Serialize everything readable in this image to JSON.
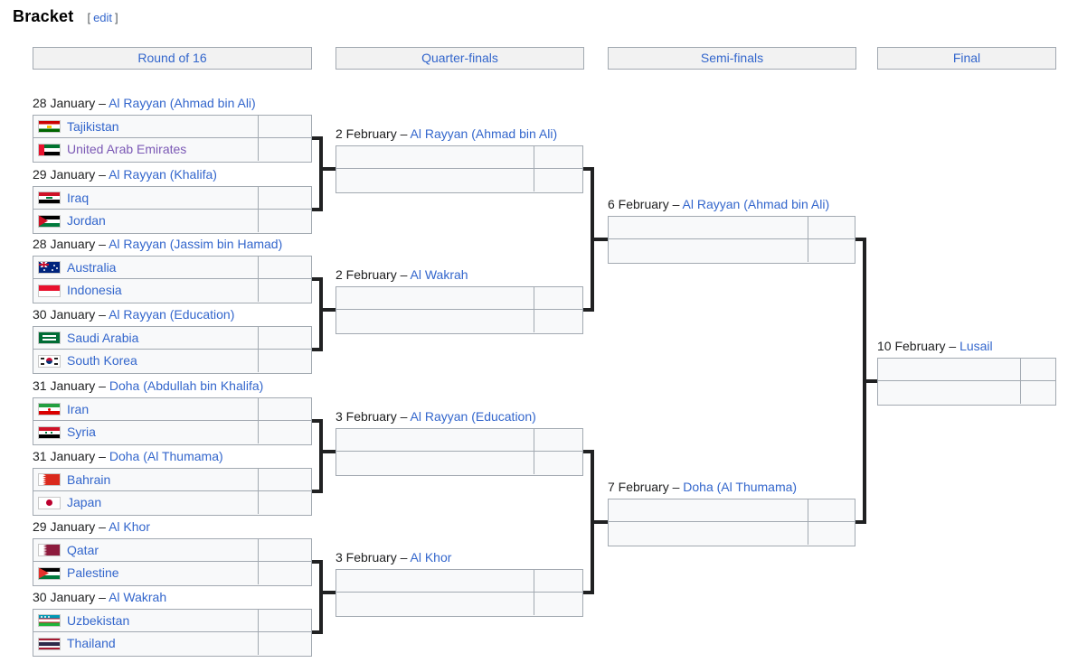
{
  "strings": {
    "separator": " – "
  },
  "header": {
    "title": "Bracket",
    "bracket_open": "[",
    "edit_label": "edit",
    "bracket_close": "]"
  },
  "columns": [
    {
      "label": "Round of 16"
    },
    {
      "label": "Quarter-finals"
    },
    {
      "label": "Semi-finals"
    },
    {
      "label": "Final"
    }
  ],
  "colors": {
    "link": "#3366cc",
    "visited_link": "#7b59b5",
    "connector": "#202122",
    "box_border": "#a2a9b1",
    "box_background": "#f8f9fa",
    "header_background": "#f2f2f2"
  },
  "r16": [
    {
      "date": "28 January",
      "venue": "Al Rayyan (Ahmad bin Ali)",
      "home": {
        "name": "Tajikistan",
        "flag": "flag-tajikistan",
        "score": ""
      },
      "away": {
        "name": "United Arab Emirates",
        "flag": "flag-united-arab-emirates",
        "score": "",
        "link_class": "visited"
      }
    },
    {
      "date": "29 January",
      "venue": "Al Rayyan (Khalifa)",
      "home": {
        "name": "Iraq",
        "flag": "flag-iraq",
        "score": ""
      },
      "away": {
        "name": "Jordan",
        "flag": "flag-jordan",
        "score": ""
      }
    },
    {
      "date": "28 January",
      "venue": "Al Rayyan (Jassim bin Hamad)",
      "home": {
        "name": "Australia",
        "flag": "flag-australia",
        "score": ""
      },
      "away": {
        "name": "Indonesia",
        "flag": "flag-indonesia",
        "score": ""
      }
    },
    {
      "date": "30 January",
      "venue": "Al Rayyan (Education)",
      "home": {
        "name": "Saudi Arabia",
        "flag": "flag-saudi-arabia",
        "score": ""
      },
      "away": {
        "name": "South Korea",
        "flag": "flag-south-korea",
        "score": ""
      }
    },
    {
      "date": "31 January",
      "venue": "Doha (Abdullah bin Khalifa)",
      "home": {
        "name": "Iran",
        "flag": "flag-iran",
        "score": ""
      },
      "away": {
        "name": "Syria",
        "flag": "flag-syria",
        "score": ""
      }
    },
    {
      "date": "31 January",
      "venue": "Doha (Al Thumama)",
      "home": {
        "name": "Bahrain",
        "flag": "flag-bahrain",
        "score": ""
      },
      "away": {
        "name": "Japan",
        "flag": "flag-japan",
        "score": ""
      }
    },
    {
      "date": "29 January",
      "venue": "Al Khor",
      "home": {
        "name": "Qatar",
        "flag": "flag-qatar",
        "score": ""
      },
      "away": {
        "name": "Palestine",
        "flag": "flag-palestine",
        "score": ""
      }
    },
    {
      "date": "30 January",
      "venue": "Al Wakrah",
      "home": {
        "name": "Uzbekistan",
        "flag": "flag-uzbekistan",
        "score": ""
      },
      "away": {
        "name": "Thailand",
        "flag": "flag-thailand",
        "score": ""
      }
    }
  ],
  "qf": [
    {
      "date": "2 February",
      "venue": "Al Rayyan (Ahmad bin Ali)",
      "slots": [
        {
          "name": "",
          "score": ""
        },
        {
          "name": "",
          "score": ""
        }
      ]
    },
    {
      "date": "2 February",
      "venue": "Al Wakrah",
      "slots": [
        {
          "name": "",
          "score": ""
        },
        {
          "name": "",
          "score": ""
        }
      ]
    },
    {
      "date": "3 February",
      "venue": "Al Rayyan (Education)",
      "slots": [
        {
          "name": "",
          "score": ""
        },
        {
          "name": "",
          "score": ""
        }
      ]
    },
    {
      "date": "3 February",
      "venue": "Al Khor",
      "slots": [
        {
          "name": "",
          "score": ""
        },
        {
          "name": "",
          "score": ""
        }
      ]
    }
  ],
  "sf": [
    {
      "date": "6 February",
      "venue": "Al Rayyan (Ahmad bin Ali)",
      "slots": [
        {
          "name": "",
          "score": ""
        },
        {
          "name": "",
          "score": ""
        }
      ]
    },
    {
      "date": "7 February",
      "venue": "Doha (Al Thumama)",
      "slots": [
        {
          "name": "",
          "score": ""
        },
        {
          "name": "",
          "score": ""
        }
      ]
    }
  ],
  "final": {
    "date": "10 February",
    "venue": "Lusail",
    "slots": [
      {
        "name": "",
        "score": ""
      },
      {
        "name": "",
        "score": ""
      }
    ]
  }
}
